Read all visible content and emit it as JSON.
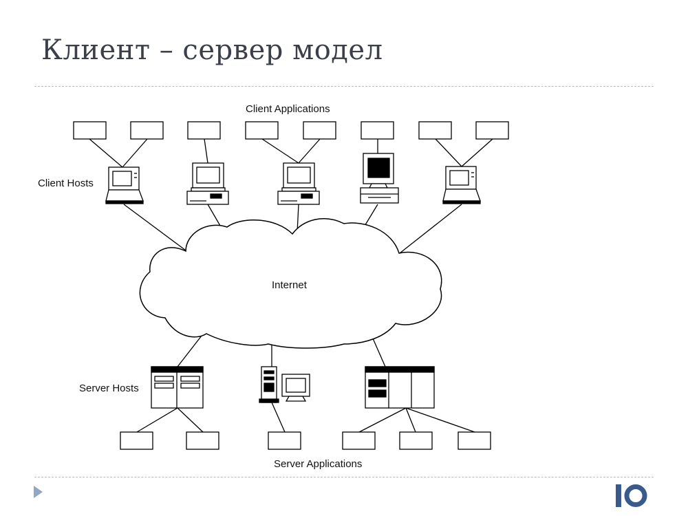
{
  "slide": {
    "title": "Клиент – сервер модел"
  },
  "diagram": {
    "client_applications_label": "Client Applications",
    "client_hosts_label": "Client Hosts",
    "internet_label": "Internet",
    "server_hosts_label": "Server Hosts",
    "server_applications_label": "Server Applications"
  },
  "logo": {
    "text": "IO",
    "color": "#3a5a8c"
  },
  "colors": {
    "divider": "#a9bfd0",
    "title": "#3b3f4a",
    "arrow": "#8ea8c6"
  }
}
